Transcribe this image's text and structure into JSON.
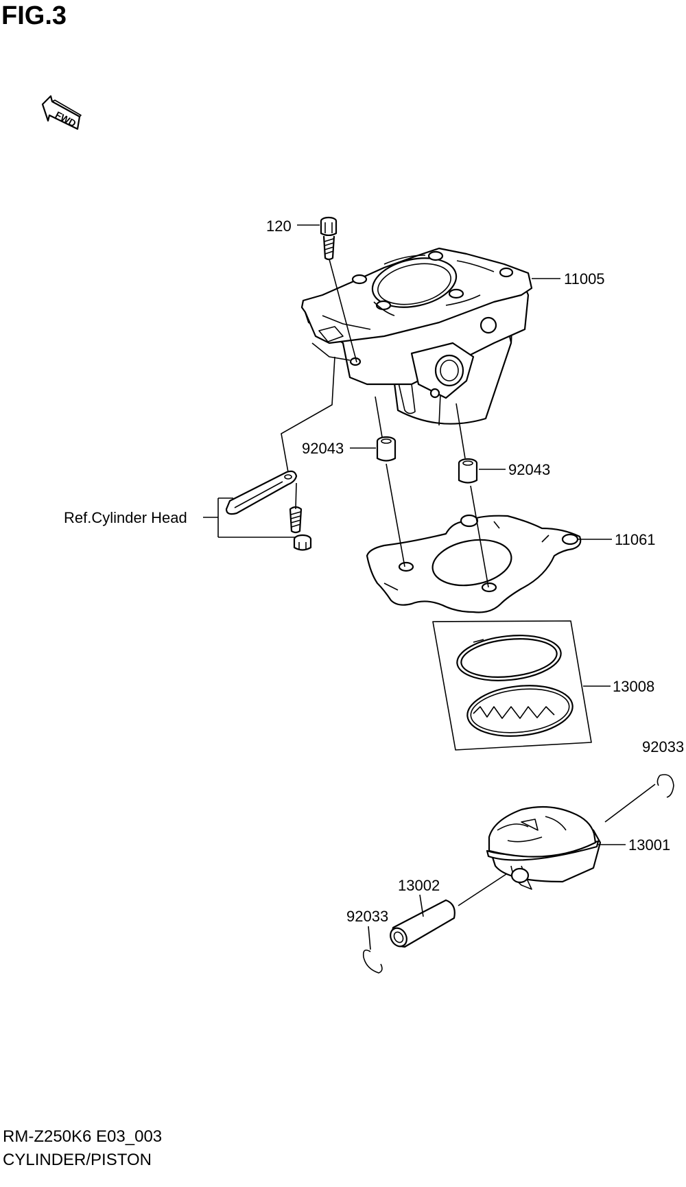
{
  "figure": {
    "title": "FIG.3",
    "fwd_label": "FWD",
    "model_code": "RM-Z250K6 E03_003",
    "section_name": "CYLINDER/PISTON"
  },
  "callouts": [
    {
      "id": "bolt",
      "label": "120"
    },
    {
      "id": "cylinder",
      "label": "11005"
    },
    {
      "id": "dowel-left",
      "label": "92043"
    },
    {
      "id": "dowel-right",
      "label": "92043"
    },
    {
      "id": "ref",
      "label": "Ref.Cylinder Head"
    },
    {
      "id": "gasket",
      "label": "11061"
    },
    {
      "id": "rings",
      "label": "13008"
    },
    {
      "id": "circlip-right",
      "label": "92033"
    },
    {
      "id": "piston",
      "label": "13001"
    },
    {
      "id": "pin",
      "label": "13002"
    },
    {
      "id": "circlip-left",
      "label": "92033"
    }
  ]
}
